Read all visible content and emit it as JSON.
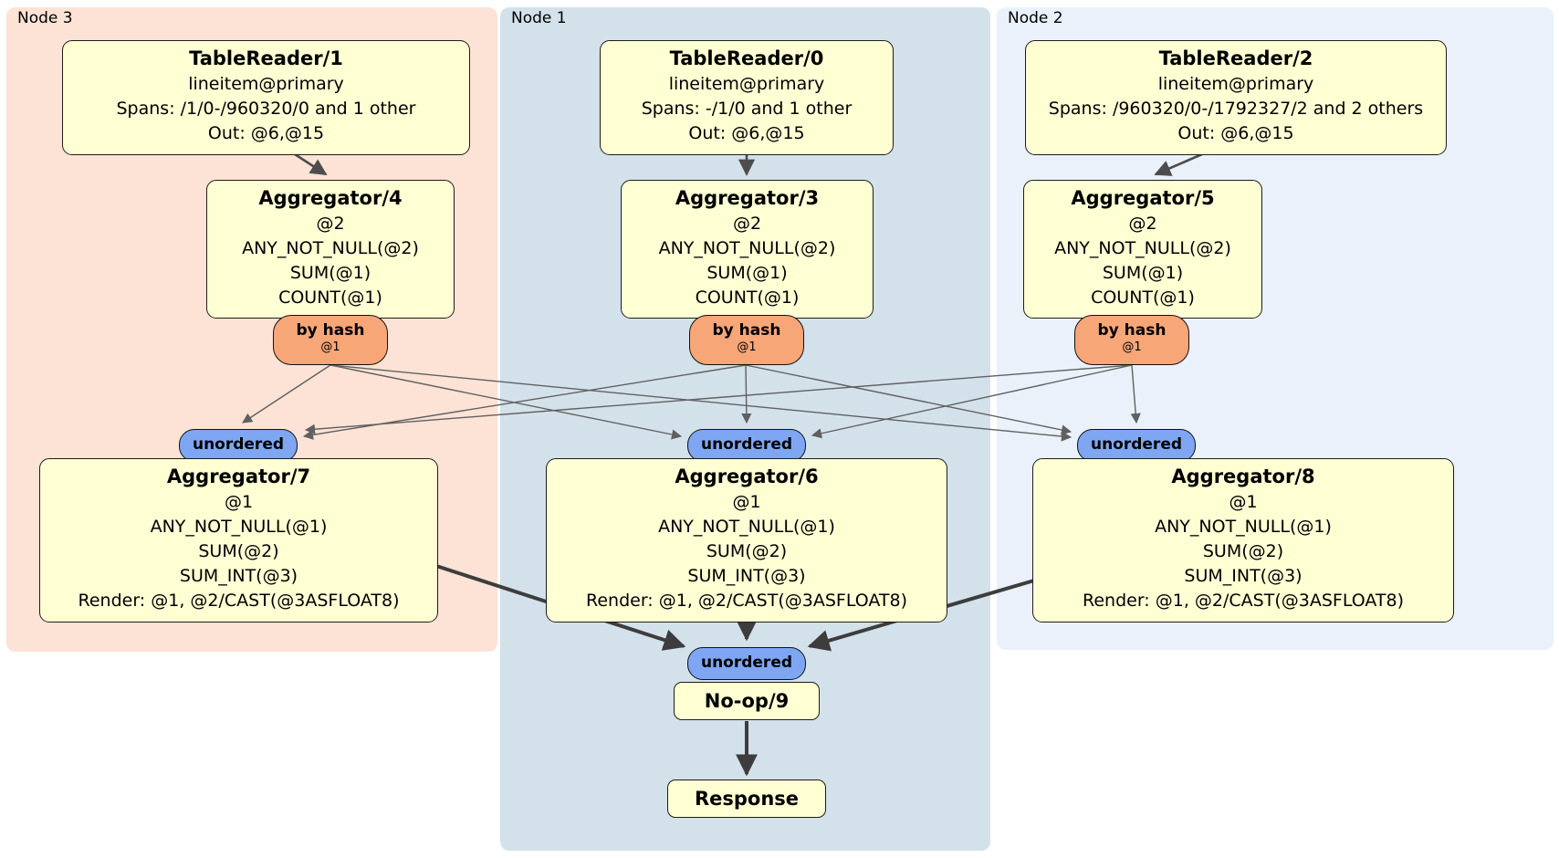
{
  "panels": {
    "node3": {
      "label": "Node 3"
    },
    "node1": {
      "label": "Node 1"
    },
    "node2": {
      "label": "Node 2"
    }
  },
  "processors": {
    "tablereader1": {
      "title": "TableReader/1",
      "lines": [
        "lineitem@primary",
        "Spans: /1/0-/960320/0 and 1 other",
        "Out: @6,@15"
      ]
    },
    "tablereader0": {
      "title": "TableReader/0",
      "lines": [
        "lineitem@primary",
        "Spans: -/1/0 and 1 other",
        "Out: @6,@15"
      ]
    },
    "tablereader2": {
      "title": "TableReader/2",
      "lines": [
        "lineitem@primary",
        "Spans: /960320/0-/1792327/2 and 2 others",
        "Out: @6,@15"
      ]
    },
    "aggregator4": {
      "title": "Aggregator/4",
      "lines": [
        "@2",
        "ANY_NOT_NULL(@2)",
        "SUM(@1)",
        "COUNT(@1)"
      ]
    },
    "aggregator3": {
      "title": "Aggregator/3",
      "lines": [
        "@2",
        "ANY_NOT_NULL(@2)",
        "SUM(@1)",
        "COUNT(@1)"
      ]
    },
    "aggregator5": {
      "title": "Aggregator/5",
      "lines": [
        "@2",
        "ANY_NOT_NULL(@2)",
        "SUM(@1)",
        "COUNT(@1)"
      ]
    },
    "aggregator7": {
      "title": "Aggregator/7",
      "lines": [
        "@1",
        "ANY_NOT_NULL(@1)",
        "SUM(@2)",
        "SUM_INT(@3)",
        "Render: @1, @2/CAST(@3ASFLOAT8)"
      ]
    },
    "aggregator6": {
      "title": "Aggregator/6",
      "lines": [
        "@1",
        "ANY_NOT_NULL(@1)",
        "SUM(@2)",
        "SUM_INT(@3)",
        "Render: @1, @2/CAST(@3ASFLOAT8)"
      ]
    },
    "aggregator8": {
      "title": "Aggregator/8",
      "lines": [
        "@1",
        "ANY_NOT_NULL(@1)",
        "SUM(@2)",
        "SUM_INT(@3)",
        "Render: @1, @2/CAST(@3ASFLOAT8)"
      ]
    },
    "noop9": {
      "title": "No-op/9"
    },
    "response": {
      "title": "Response"
    }
  },
  "routers": {
    "by_hash": {
      "label": "by hash",
      "detail": "@1"
    },
    "unordered": {
      "label": "unordered"
    }
  },
  "colors": {
    "panel_node3": "#fce3d6",
    "panel_node1": "#d3e1ea",
    "panel_node2": "#eaf1fb",
    "processor_fill": "#ffffd4",
    "processor_border": "#1c1c1c",
    "hash_router_fill": "#f7a678",
    "unordered_fill": "#7ea6f2",
    "edge_thin": "#606060",
    "edge_thick": "#3d3d3d"
  }
}
